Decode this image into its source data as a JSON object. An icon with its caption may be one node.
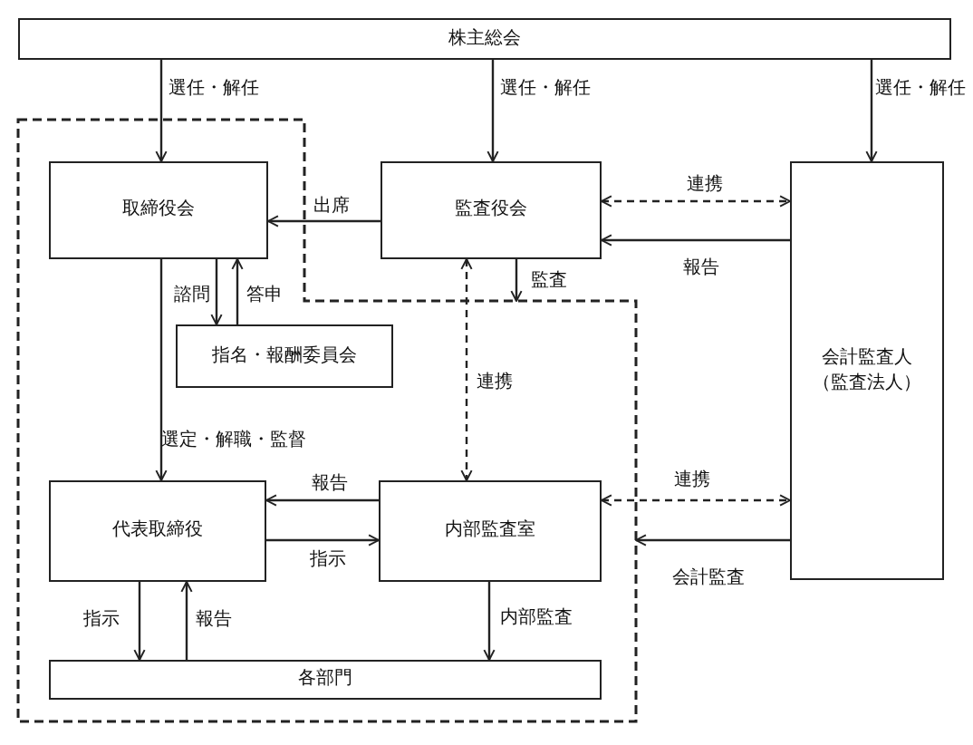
{
  "diagram": {
    "nodes": [
      {
        "text": [
          "株主総会"
        ]
      },
      {
        "text": [],
        "shape": "box"
      },
      {
        "text": [
          "取締役会"
        ],
        "in": 1
      },
      {
        "text": [
          "監査役会"
        ]
      },
      {
        "text": [
          "会計監査人（監査法人）"
        ]
      },
      {
        "text": [
          "指名・報酬委員会"
        ],
        "in": 1
      },
      {
        "text": [
          "代表取締役"
        ],
        "in": 1
      },
      {
        "text": [
          "内部監査室"
        ],
        "in": 1
      },
      {
        "text": [
          "各部門"
        ],
        "in": 1
      }
    ],
    "edges": [
      {
        "from": 0,
        "to": 2,
        "arrow": "to",
        "label": "選任・解任"
      },
      {
        "from": 0,
        "to": 3,
        "arrow": "to",
        "label": "選任・解任"
      },
      {
        "from": 0,
        "to": 4,
        "arrow": "to",
        "label": "選任・解任"
      },
      {
        "from": 3,
        "to": 2,
        "arrow": "to",
        "label": "出席"
      },
      {
        "from": 3,
        "to": 4,
        "arrow": "both",
        "label": "連携",
        "style": "dashed"
      },
      {
        "from": 4,
        "to": 3,
        "arrow": "to",
        "label": "報告"
      },
      {
        "from": 2,
        "to": 5,
        "arrow": "to",
        "label": "諮問"
      },
      {
        "from": 5,
        "to": 2,
        "arrow": "to",
        "label": "答申"
      },
      {
        "from": 3,
        "to": 1,
        "arrow": "to",
        "label": "監査"
      },
      {
        "from": 3,
        "to": 7,
        "arrow": "both",
        "label": "連携",
        "style": "dashed"
      },
      {
        "from": 2,
        "to": 6,
        "arrow": "to",
        "label": "選定・解職・監督"
      },
      {
        "from": 7,
        "to": 6,
        "arrow": "to",
        "label": "報告"
      },
      {
        "from": 6,
        "to": 7,
        "arrow": "to",
        "label": "指示"
      },
      {
        "from": 7,
        "to": 4,
        "arrow": "both",
        "label": "連携",
        "style": "dashed"
      },
      {
        "from": 4,
        "to": 1,
        "arrow": "to",
        "label": "会計監査"
      },
      {
        "from": 6,
        "to": 8,
        "arrow": "to",
        "label": "指示"
      },
      {
        "from": 8,
        "to": 6,
        "arrow": "to",
        "label": "報告"
      },
      {
        "from": 7,
        "to": 8,
        "arrow": "to",
        "label": "内部監査"
      }
    ]
  }
}
